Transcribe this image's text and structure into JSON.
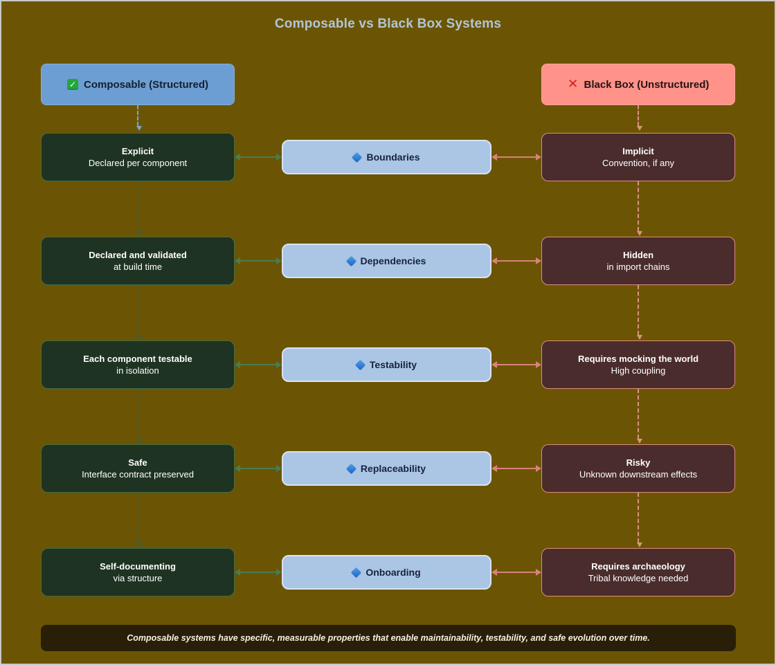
{
  "title": "Composable vs Black Box Systems",
  "headers": {
    "composable": {
      "icon": "check-icon",
      "icon_glyph": "✓",
      "label": "Composable (Structured)"
    },
    "blackbox": {
      "icon": "cross-icon",
      "icon_glyph": "✕",
      "label": "Black Box (Unstructured)"
    }
  },
  "rows": [
    {
      "property": {
        "icon": "diamond-icon",
        "label": "Boundaries"
      },
      "composable": {
        "title": "Explicit",
        "subtitle": "Declared per component"
      },
      "blackbox": {
        "title": "Implicit",
        "subtitle": "Convention, if any"
      }
    },
    {
      "property": {
        "icon": "diamond-icon",
        "label": "Dependencies"
      },
      "composable": {
        "title": "Declared and validated",
        "subtitle": "at build time"
      },
      "blackbox": {
        "title": "Hidden",
        "subtitle": "in import chains"
      }
    },
    {
      "property": {
        "icon": "diamond-icon",
        "label": "Testability"
      },
      "composable": {
        "title": "Each component testable",
        "subtitle": "in isolation"
      },
      "blackbox": {
        "title": "Requires mocking the world",
        "subtitle": "High coupling"
      }
    },
    {
      "property": {
        "icon": "diamond-icon",
        "label": "Replaceability"
      },
      "composable": {
        "title": "Safe",
        "subtitle": "Interface contract preserved"
      },
      "blackbox": {
        "title": "Risky",
        "subtitle": "Unknown downstream effects"
      }
    },
    {
      "property": {
        "icon": "diamond-icon",
        "label": "Onboarding"
      },
      "composable": {
        "title": "Self-documenting",
        "subtitle": "via structure"
      },
      "blackbox": {
        "title": "Requires archaeology",
        "subtitle": "Tribal knowledge needed"
      }
    }
  ],
  "footer": "Composable systems have specific, measurable properties that enable maintainability, testability, and safe evolution over time.",
  "colors": {
    "background": "#6b5504",
    "title_text": "#b3c5d5",
    "composable_header_bg": "#6d9ed3",
    "blackbox_header_bg": "#ff9289",
    "composable_node_bg": "#1f3322",
    "composable_node_border": "#3f6e46",
    "property_node_bg": "#abc5e5",
    "blackbox_node_bg": "#4a2c2c",
    "blackbox_node_border": "#e08d7c",
    "green_arrow": "#4a7c50",
    "salmon_arrow": "#d9827a",
    "blue_dashed_connector": "#7aa5d1",
    "footer_bg": "#291f08"
  }
}
